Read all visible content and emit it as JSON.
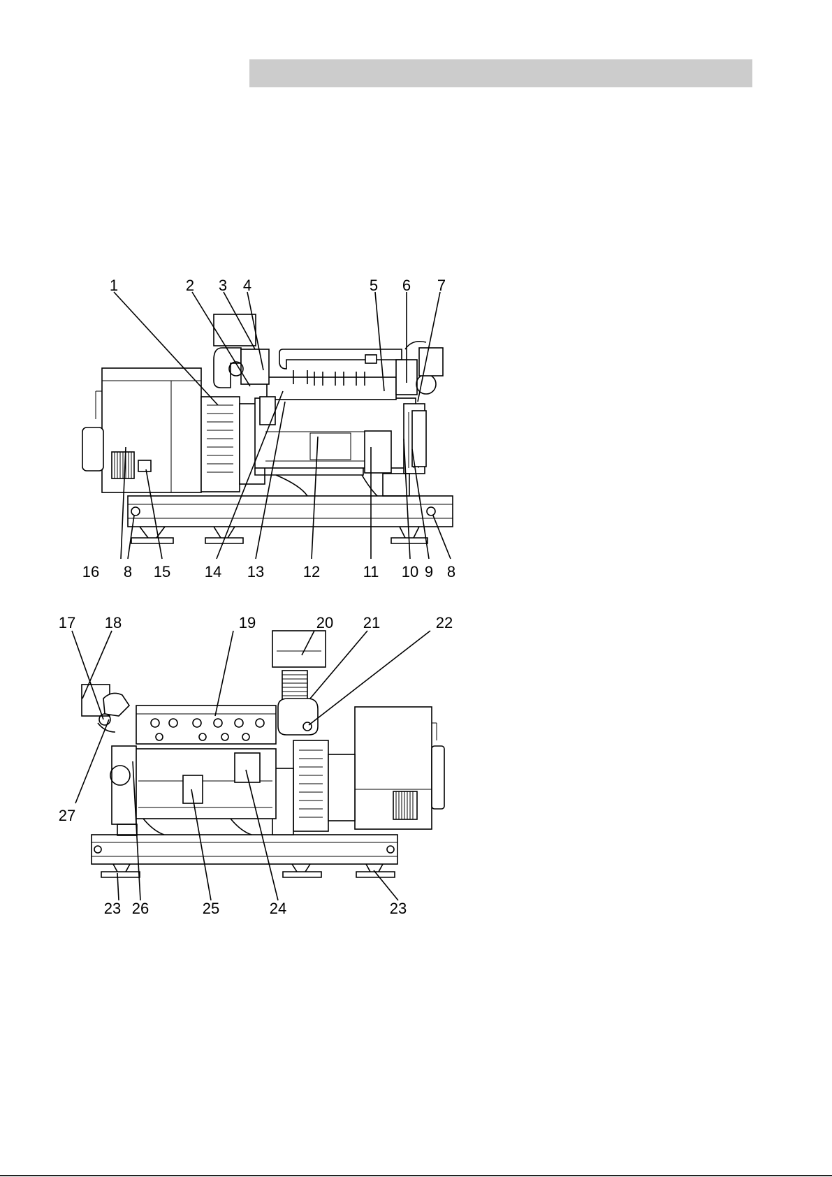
{
  "header": {
    "title": ""
  },
  "top_view": {
    "callouts_top": [
      "1",
      "2",
      "3",
      "4",
      "5",
      "6",
      "7"
    ],
    "callouts_bottom": [
      "16",
      "8",
      "15",
      "14",
      "13",
      "12",
      "11",
      "10",
      "9",
      "8"
    ]
  },
  "bottom_view": {
    "callouts_top": [
      "17",
      "18",
      "19",
      "20",
      "21",
      "22"
    ],
    "callouts_left": [
      "27"
    ],
    "callouts_bottom": [
      "23",
      "26",
      "25",
      "24",
      "23"
    ]
  }
}
